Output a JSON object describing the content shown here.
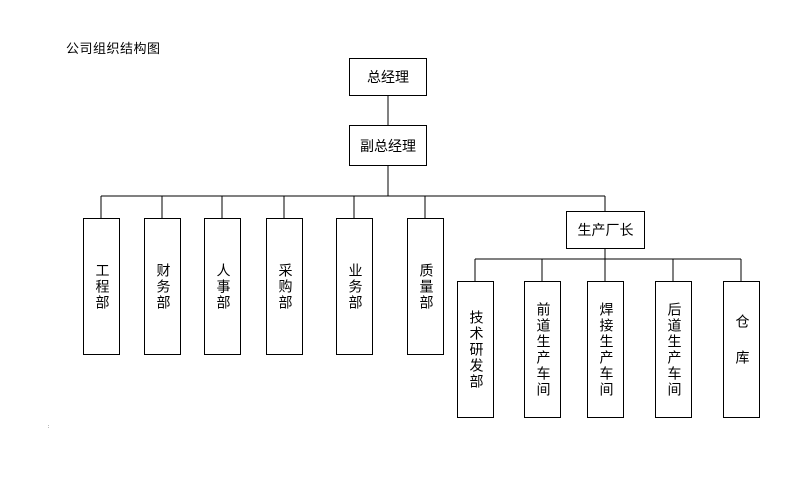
{
  "title": "公司组织结构图",
  "nodes": {
    "gm": "总经理",
    "deputy": "副总经理",
    "factory_head": "生产厂长"
  },
  "departments": [
    {
      "label": "工程部"
    },
    {
      "label": "财务部"
    },
    {
      "label": "人事部"
    },
    {
      "label": "采购部"
    },
    {
      "label": "业务部"
    },
    {
      "label": "质量部"
    }
  ],
  "factory_units": [
    {
      "label": "技术研发部"
    },
    {
      "label": "前道生产车间"
    },
    {
      "label": "焊接生产车间"
    },
    {
      "label": "后道生产车间"
    },
    {
      "label": "仓库"
    }
  ]
}
